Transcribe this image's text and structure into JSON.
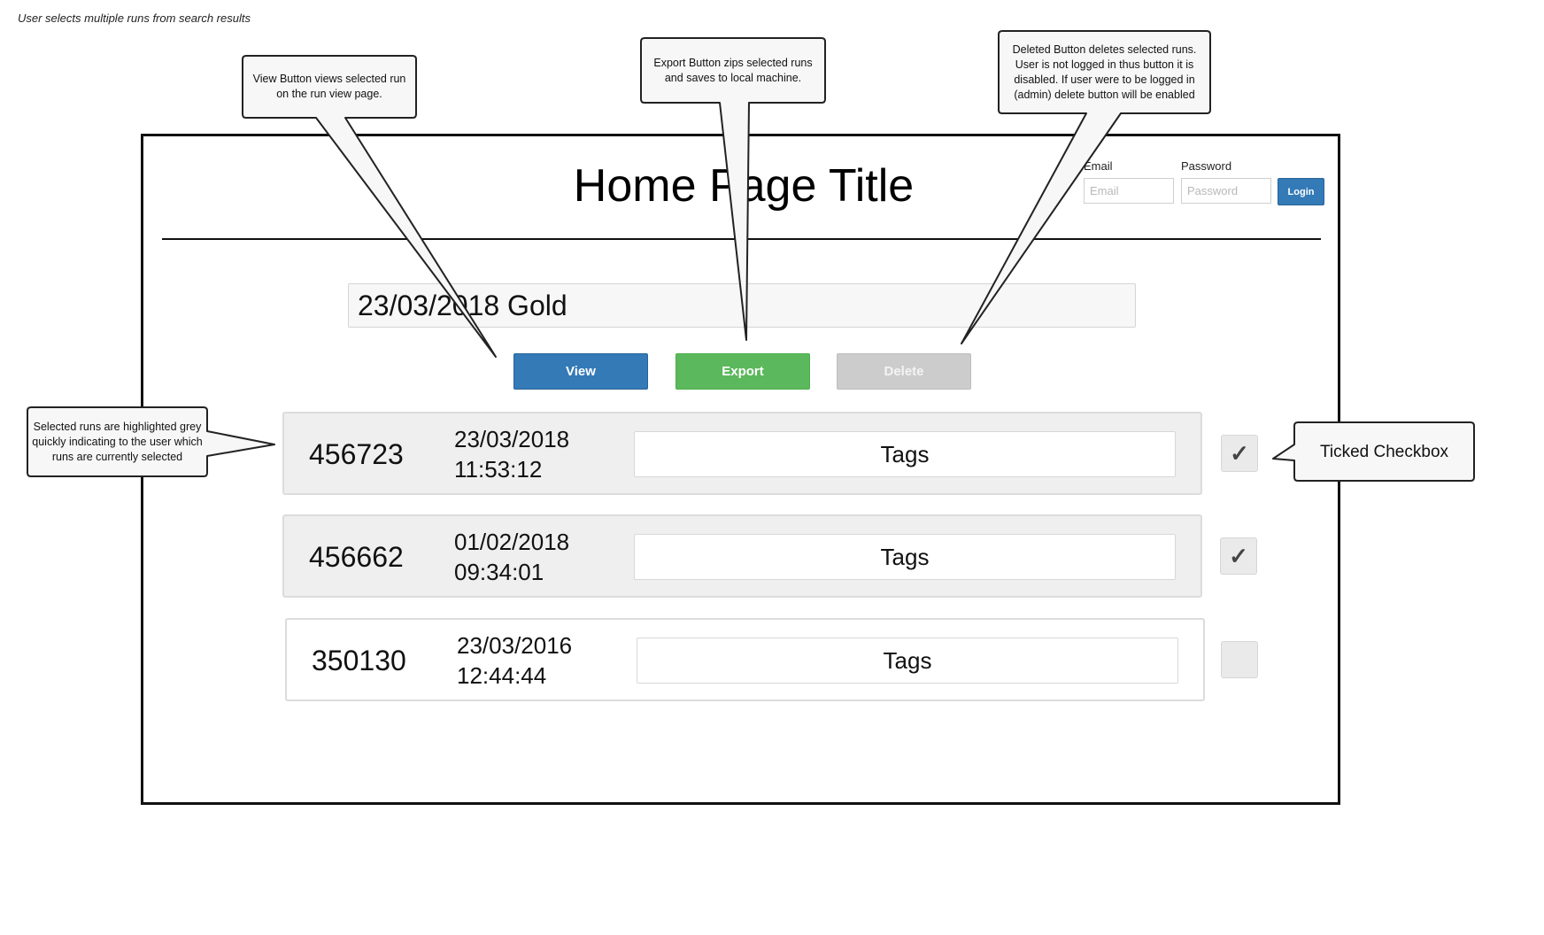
{
  "caption": "User selects multiple runs from search results",
  "header": {
    "title": "Home Page Title",
    "email_label": "Email",
    "email_placeholder": "Email",
    "password_label": "Password",
    "password_placeholder": "Password",
    "login_label": "Login"
  },
  "search": {
    "value": "23/03/2018 Gold"
  },
  "actions": {
    "view_label": "View",
    "export_label": "Export",
    "delete_label": "Delete"
  },
  "runs": [
    {
      "id": "456723",
      "date": "23/03/2018",
      "time": "11:53:12",
      "tags": "Tags",
      "selected": true,
      "check": "✓"
    },
    {
      "id": "456662",
      "date": "01/02/2018",
      "time": "09:34:01",
      "tags": "Tags",
      "selected": true,
      "check": "✓"
    },
    {
      "id": "350130",
      "date": "23/03/2016",
      "time": "12:44:44",
      "tags": "Tags",
      "selected": false,
      "check": ""
    }
  ],
  "callouts": {
    "view": "View Button views selected run on the run view page.",
    "export": "Export Button zips selected runs and saves to local machine.",
    "delete": "Deleted Button deletes selected runs. User is not logged in thus button it is disabled. If user were to be logged in (admin) delete button will be enabled",
    "selected": "Selected runs are highlighted grey quickly indicating to the user which runs are currently selected",
    "checkbox": "Ticked Checkbox"
  }
}
